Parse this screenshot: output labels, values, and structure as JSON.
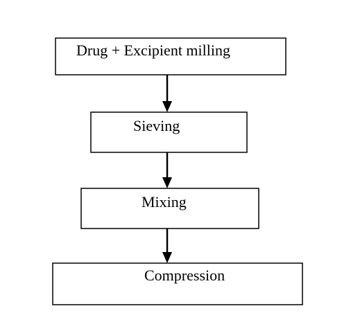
{
  "flowchart": {
    "steps": [
      {
        "label": "Drug + Excipient milling"
      },
      {
        "label": "Sieving"
      },
      {
        "label": "Mixing"
      },
      {
        "label": "Compression"
      }
    ]
  }
}
